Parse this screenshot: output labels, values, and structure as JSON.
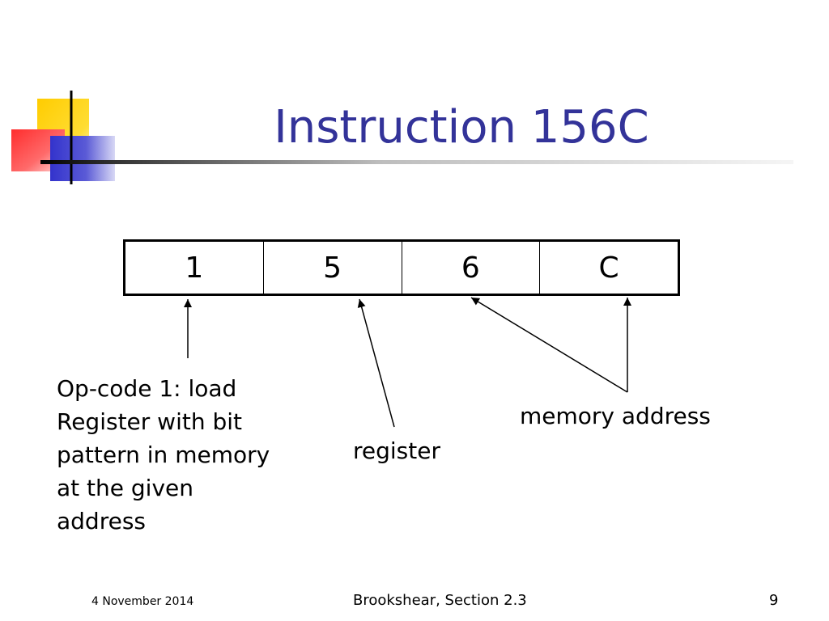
{
  "slide": {
    "title": "Instruction 156C",
    "instruction_cells": [
      "1",
      "5",
      "6",
      "C"
    ],
    "annotations": {
      "opcode": [
        "Op-code 1: load",
        "Register with bit",
        "pattern in memory",
        "at the given",
        "address"
      ],
      "register": "register",
      "memory_address": "memory address"
    },
    "footer": {
      "date": "4 November 2014",
      "source": "Brookshear, Section 2.3",
      "page": "9"
    }
  },
  "colors": {
    "title": "#333399",
    "logo_yellow": "#ffcc00",
    "logo_red": "#ff3333",
    "logo_blue": "#3333cc"
  },
  "icons": [
    "decorative-squares-logo",
    "arrow-up"
  ]
}
